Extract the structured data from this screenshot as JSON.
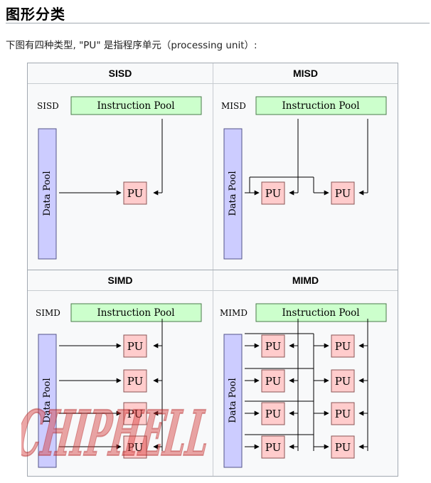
{
  "section": {
    "title": "图形分类",
    "intro": "下图有四种类型, \"PU\" 是指程序单元（processing unit）:"
  },
  "common": {
    "instruction_pool": "Instruction Pool",
    "data_pool": "Data Pool",
    "pu": "PU"
  },
  "panels": [
    {
      "header": "SISD",
      "label": "SISD"
    },
    {
      "header": "MISD",
      "label": "MISD"
    },
    {
      "header": "SIMD",
      "label": "SIMD"
    },
    {
      "header": "MIMD",
      "label": "MIMD"
    }
  ],
  "watermark": {
    "text": "CHIPHELL"
  },
  "colors": {
    "instruction_fill": "#ccffcc",
    "instruction_stroke": "#4a7a4a",
    "data_fill": "#ccccff",
    "data_stroke": "#55558a",
    "pu_fill": "#ffcccc",
    "pu_stroke": "#8a5555",
    "watermark": "#d43a3a"
  }
}
